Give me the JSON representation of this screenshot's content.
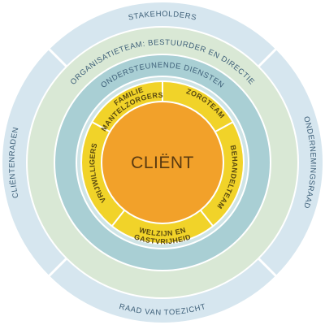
{
  "diagram": {
    "center": {
      "label": "CLIËNT"
    },
    "rings": {
      "outer": {
        "top": "STAKEHOLDERS",
        "left": "CLIËNTENRADEN",
        "right": "ONDERNEMINGSRAAD",
        "bottom": "RAAD VAN TOEZICHT"
      },
      "organisation": "ORGANISATIETEAM: BESTUURDER EN DIRECTIE",
      "support": "ONDERSTEUNENDE DIENSTEN"
    },
    "segments": {
      "top_left_line1": "FAMILIE",
      "top_left_line2": "MANTELZORGERS",
      "top_right": "ZORGTEAM",
      "right": "BEHANDELTEAM",
      "bottom_line1": "WELZIJN EN",
      "bottom_line2": "GASTVRIJHEID",
      "left": "VRIJWILLIGERS"
    },
    "colors": {
      "outer_ring": "#d6e6ef",
      "organisation_ring": "#d9e8d5",
      "support_ring": "#a9cfd4",
      "segment_ring": "#f1d329",
      "center": "#f2a12a",
      "divider": "#ffffff"
    }
  }
}
